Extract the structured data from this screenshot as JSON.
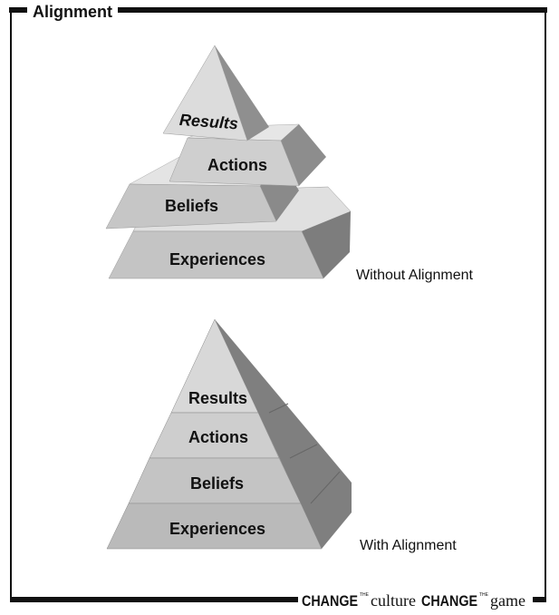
{
  "title": "Alignment",
  "without_alignment": {
    "caption": "Without Alignment",
    "layers": [
      "Results",
      "Actions",
      "Beliefs",
      "Experiences"
    ]
  },
  "with_alignment": {
    "caption": "With Alignment",
    "layers": [
      "Results",
      "Actions",
      "Beliefs",
      "Experiences"
    ]
  },
  "footer": {
    "logo": {
      "change1": "CHANGE",
      "the1": "THE",
      "culture": "culture",
      "change2": "CHANGE",
      "the2": "THE",
      "game": "game"
    }
  },
  "colors": {
    "front": "#c9c9c9",
    "top": "#e2e2e2",
    "side": "#8a8a8a",
    "frame": "#111111"
  }
}
